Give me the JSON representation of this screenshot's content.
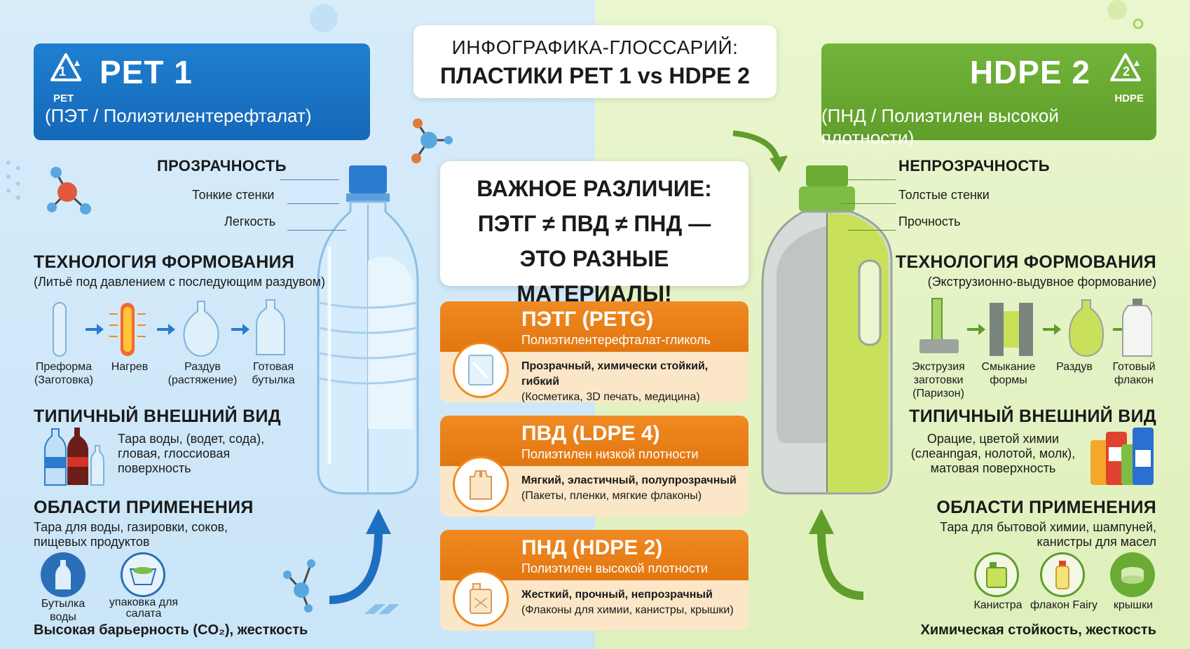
{
  "header": {
    "line1": "ИНФОГРАФИКА-ГЛОССАРИЙ:",
    "line2": "ПЛАСТИКИ PET 1 vs HDPE 2"
  },
  "pet": {
    "code": "1",
    "code_label": "PET",
    "title": "PET 1",
    "subtitle": "(ПЭТ / Полиэтилентерефталат)",
    "features": [
      "ПРОЗРАЧНОСТЬ",
      "Тонкие стенки",
      "Легкость"
    ],
    "tech_title": "ТЕХНОЛОГИЯ ФОРМОВАНИЯ",
    "tech_sub": "(Литьё под давлением с последующим раздувом)",
    "steps": [
      {
        "label1": "Преформа",
        "label2": "(Заготовка)"
      },
      {
        "label1": "Нагрев",
        "label2": ""
      },
      {
        "label1": "Раздув",
        "label2": "(растяжение)"
      },
      {
        "label1": "Готовая",
        "label2": "бутылка"
      }
    ],
    "look_title": "ТИПИЧНЫЙ ВНЕШНИЙ ВИД",
    "look_lines": [
      "Тара воды, (водет, сода),",
      "гловая, глоссиовая",
      "поверхность"
    ],
    "use_title": "ОБЛАСТИ ПРИМЕНЕНИЯ",
    "use_lines": [
      "Тара для воды, газировки, соков,",
      "пищевых продуктов"
    ],
    "use_icons": [
      {
        "label1": "Бутылка воды",
        "label2": ""
      },
      {
        "label1": "упаковка для",
        "label2": "салата"
      }
    ],
    "footer": "Высокая барьерность (CO₂), жесткость"
  },
  "hdpe": {
    "code": "2",
    "code_label": "HDPE",
    "title": "HDPE 2",
    "subtitle": "(ПНД / Полиэтилен высокой плотности)",
    "features": [
      "НЕПРОЗРАЧНОСТЬ",
      "Толстые стенки",
      "Прочность"
    ],
    "tech_title": "ТЕХНОЛОГИЯ ФОРМОВАНИЯ",
    "tech_sub": "(Экструзионно-выдувное формование)",
    "steps": [
      {
        "label1": "Экструзия",
        "label2": "заготовки",
        "label3": "(Паризон)"
      },
      {
        "label1": "Смыкание",
        "label2": "формы",
        "label3": ""
      },
      {
        "label1": "Раздув",
        "label2": "",
        "label3": ""
      },
      {
        "label1": "Готовый",
        "label2": "флакон",
        "label3": ""
      }
    ],
    "look_title": "ТИПИЧНЫЙ ВНЕШНИЙ ВИД",
    "look_lines": [
      "Орацие, цветой химии",
      "(слеанngая, нолотой, молк),",
      "матовая поверхность"
    ],
    "use_title": "ОБЛАСТИ ПРИМЕНЕНИЯ",
    "use_lines": [
      "Тара для бытовой химии, шампуней,",
      "канистры для масел"
    ],
    "use_icons": [
      {
        "label1": "Канистра"
      },
      {
        "label1": "флакон Fairy"
      },
      {
        "label1": "крышки"
      }
    ],
    "footer": "Химическая стойкость, жесткость"
  },
  "difference": {
    "line1": "ВАЖНОЕ РАЗЛИЧИЕ:",
    "line2": "ПЭТГ ≠ ПВД ≠ ПНД —",
    "line3": "ЭТО РАЗНЫЕ МАТЕРИАЛЫ!"
  },
  "cards": [
    {
      "title": "ПЭТГ (PETG)",
      "subtitle": "Полиэтилентерефталат-гликоль",
      "bold": "Прозрачный, химически стойкий, гибкий",
      "detail": "(Косметика, 3D печать, медицина)",
      "icon": "film-icon"
    },
    {
      "title": "ПВД (LDPE 4)",
      "subtitle": "Полиэтилен низкой плотности",
      "bold": "Мягкий, эластичный, полупрозрачный",
      "detail": "(Пакеты, пленки, мягкие флаконы)",
      "icon": "bag-icon"
    },
    {
      "title": "ПНД (HDPE 2)",
      "subtitle": "Полиэтилен высокой плотности",
      "bold": "Жесткий, прочный, непрозрачный",
      "detail": "(Флаконы для химии, канистры, крышки)",
      "icon": "canister-icon"
    }
  ],
  "colors": {
    "pet_blue": "#1a73c4",
    "hdpe_green": "#6aac33",
    "card_orange": "#ef8520"
  }
}
